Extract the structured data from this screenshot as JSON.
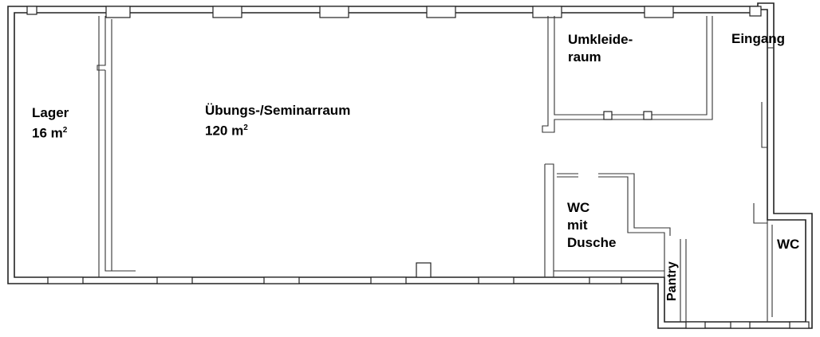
{
  "rooms": {
    "lager": {
      "name": "Lager",
      "area_value": "16 m",
      "area_unit_sup": "2"
    },
    "seminar": {
      "name": "Übungs-/Seminarraum",
      "area_value": "120 m",
      "area_unit_sup": "2"
    },
    "umkleide": {
      "line1": "Umkleide-",
      "line2": "raum"
    },
    "eingang": {
      "name": "Eingang"
    },
    "wc_dusche": {
      "line1": "WC",
      "line2": "mit",
      "line3": "Dusche"
    },
    "pantry": {
      "name": "Pantry"
    },
    "wc": {
      "name": "WC"
    }
  }
}
